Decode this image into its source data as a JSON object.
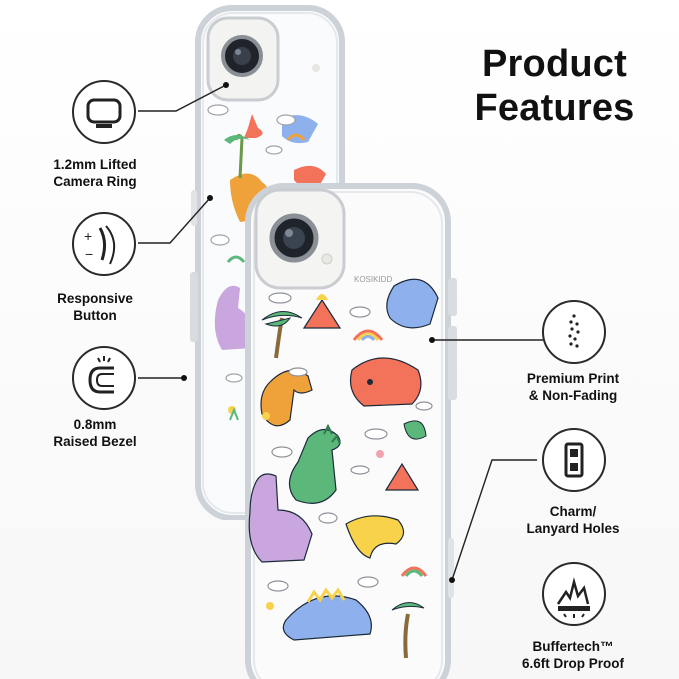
{
  "title": {
    "line1": "Product",
    "line2": "Features"
  },
  "features_left": [
    {
      "icon": "camera-ring-icon",
      "line1": "1.2mm Lifted",
      "line2": "Camera Ring"
    },
    {
      "icon": "button-icon",
      "line1": "Responsive",
      "line2": "Button"
    },
    {
      "icon": "bezel-icon",
      "line1": "0.8mm",
      "line2": "Raised Bezel"
    }
  ],
  "features_right": [
    {
      "icon": "print-icon",
      "line1": "Premium Print",
      "line2": "& Non-Fading"
    },
    {
      "icon": "lanyard-icon",
      "line1": "Charm/",
      "line2": "Lanyard Holes"
    },
    {
      "icon": "shock-icon",
      "line1": "Buffertech™",
      "line2": "6.6ft Drop Proof"
    }
  ],
  "colors": {
    "case_edge": "#cfd3d8",
    "camera_module": "#f4f4f2",
    "dino_purple": "#c9a7de",
    "dino_orange": "#f0a23a",
    "dino_green": "#5cb87a",
    "dino_red": "#f2725a",
    "dino_yellow": "#f7d24a",
    "dino_blue": "#8eb0ec"
  }
}
